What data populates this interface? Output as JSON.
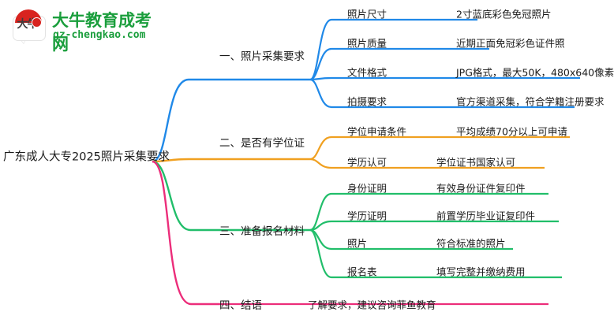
{
  "logo": {
    "mark_text": "大牛",
    "title": "大牛教育成考网",
    "subtitle": "gz-chengkao.com",
    "brand_green": "#1a9e3c",
    "brand_red": "#d8231f"
  },
  "mindmap": {
    "root": "广东成人大专2025照片采集要求",
    "branches": [
      {
        "label": "一、照片采集要求",
        "color": "#2089e8",
        "children": [
          {
            "key": "照片尺寸",
            "value": "2寸蓝底彩色免冠照片"
          },
          {
            "key": "照片质量",
            "value": "近期正面免冠彩色证件照"
          },
          {
            "key": "文件格式",
            "value": "JPG格式，最大50K，480x640像素"
          },
          {
            "key": "拍摄要求",
            "value": "官方渠道采集，符合学籍注册要求"
          }
        ]
      },
      {
        "label": "二、是否有学位证",
        "color": "#f0a020",
        "children": [
          {
            "key": "学位申请条件",
            "value": "平均成绩70分以上可申请"
          },
          {
            "key": "学历认可",
            "value": "学位证书国家认可"
          }
        ]
      },
      {
        "label": "三、准备报名材料",
        "color": "#21be6a",
        "children": [
          {
            "key": "身份证明",
            "value": "有效身份证件复印件"
          },
          {
            "key": "学历证明",
            "value": "前置学历毕业证复印件"
          },
          {
            "key": "照片",
            "value": "符合标准的照片"
          },
          {
            "key": "报名表",
            "value": "填写完整并缴纳费用"
          }
        ]
      },
      {
        "label": "四、结语",
        "color": "#ec2d7a",
        "children": [
          {
            "key": "了解要求，建议咨询菲鱼教育",
            "value": ""
          }
        ]
      }
    ]
  }
}
